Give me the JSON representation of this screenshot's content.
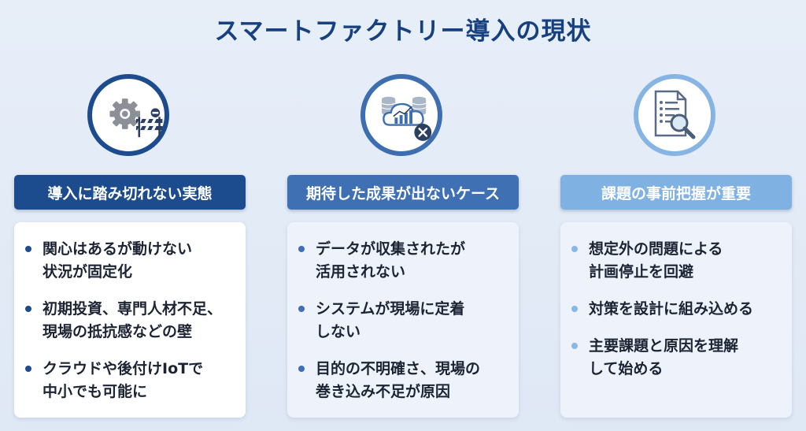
{
  "title": "スマートファクトリー導入の現状",
  "columns": [
    {
      "icon": "gear-barrier-icon",
      "header": "導入に踏み切れない実態",
      "items": [
        "関心はあるが動けない\n状況が固定化",
        "初期投資、専門人材不足、\n現場の抵抗感などの壁",
        "クラウドや後付けIoTで\n中小でも可能に"
      ]
    },
    {
      "icon": "cloud-data-error-icon",
      "header": "期待した成果が出ないケース",
      "items": [
        "データが収集されたが\n活用されない",
        "システムが現場に定着\nしない",
        "目的の不明確さ、現場の\n巻き込み不足が原因"
      ]
    },
    {
      "icon": "document-search-icon",
      "header": "課題の事前把握が重要",
      "items": [
        "想定外の問題による\n計画停止を回避",
        "対策を設計に組み込める",
        "主要課題と原因を理解\nして始める"
      ]
    }
  ],
  "colors": {
    "title": "#16407e",
    "column1_accent": "#1d4c8e",
    "column2_accent": "#3e70b3",
    "column3_accent": "#7fb1e3"
  }
}
